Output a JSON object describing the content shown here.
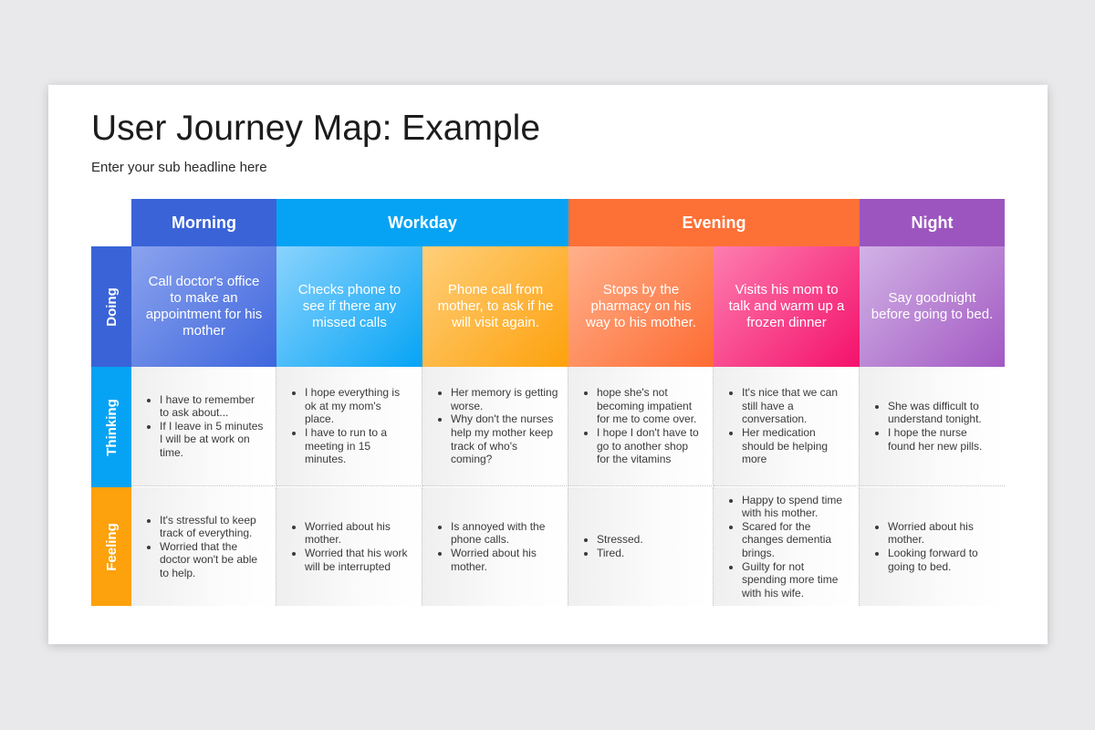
{
  "title": "User Journey Map: Example",
  "subtitle": "Enter your sub headline here",
  "phases": [
    {
      "label": "Morning",
      "color": "#3a63d8"
    },
    {
      "label": "Workday",
      "color": "#06a3f4"
    },
    {
      "label": "Evening",
      "color": "#fd7036"
    },
    {
      "label": "Night",
      "color": "#9c55bf"
    }
  ],
  "rows": [
    {
      "label": "Doing",
      "color": "#3a63d8"
    },
    {
      "label": "Thinking",
      "color": "#06a3f4"
    },
    {
      "label": "Feeling",
      "color": "#fda10c"
    }
  ],
  "doing": [
    {
      "text": "Call doctor's office to make an appointment for his mother",
      "colors": [
        "#8ba3ee",
        "#3e66dd"
      ]
    },
    {
      "text": "Checks phone to see if there any missed calls",
      "colors": [
        "#8ad3fd",
        "#06a4f5"
      ]
    },
    {
      "text": "Phone call from mother, to ask if he will visit again.",
      "colors": [
        "#ffcf7a",
        "#fda10c"
      ]
    },
    {
      "text": "Stops by the pharmacy on his way to his mother.",
      "colors": [
        "#ffb08c",
        "#fe6b32"
      ]
    },
    {
      "text": "Visits his mom to talk and warm up a frozen dinner",
      "colors": [
        "#fd7db0",
        "#f4116b"
      ]
    },
    {
      "text": "Say goodnight before going to bed.",
      "colors": [
        "#d2b2e6",
        "#a259c3"
      ]
    }
  ],
  "thinking": [
    [
      "I have to remember to ask about...",
      "If I leave in 5 minutes I will be at work on time."
    ],
    [
      "I hope everything is ok at my mom's place.",
      "I have to run to a meeting in 15 minutes."
    ],
    [
      "Her memory is getting worse.",
      "Why don't the nurses help my mother keep track of who's coming?"
    ],
    [
      "hope she's not becoming impatient for me to come over.",
      "I hope I don't have to go to another shop for the vitamins"
    ],
    [
      "It's nice that we can still have a conversation.",
      "Her medication should be helping more"
    ],
    [
      "She was difficult to understand tonight.",
      "I hope the nurse found her new pills."
    ]
  ],
  "feeling": [
    [
      "It's stressful to keep track of everything.",
      "Worried that the doctor won't be able to help."
    ],
    [
      "Worried about his mother.",
      "Worried that his work will be interrupted"
    ],
    [
      "Is annoyed with the phone calls.",
      "Worried about his mother."
    ],
    [
      "Stressed.",
      "Tired."
    ],
    [
      "Happy to spend time with his mother.",
      "Scared for the changes dementia brings.",
      "Guilty for not spending more time with his wife."
    ],
    [
      "Worried about his mother.",
      "Looking forward to going to bed."
    ]
  ]
}
